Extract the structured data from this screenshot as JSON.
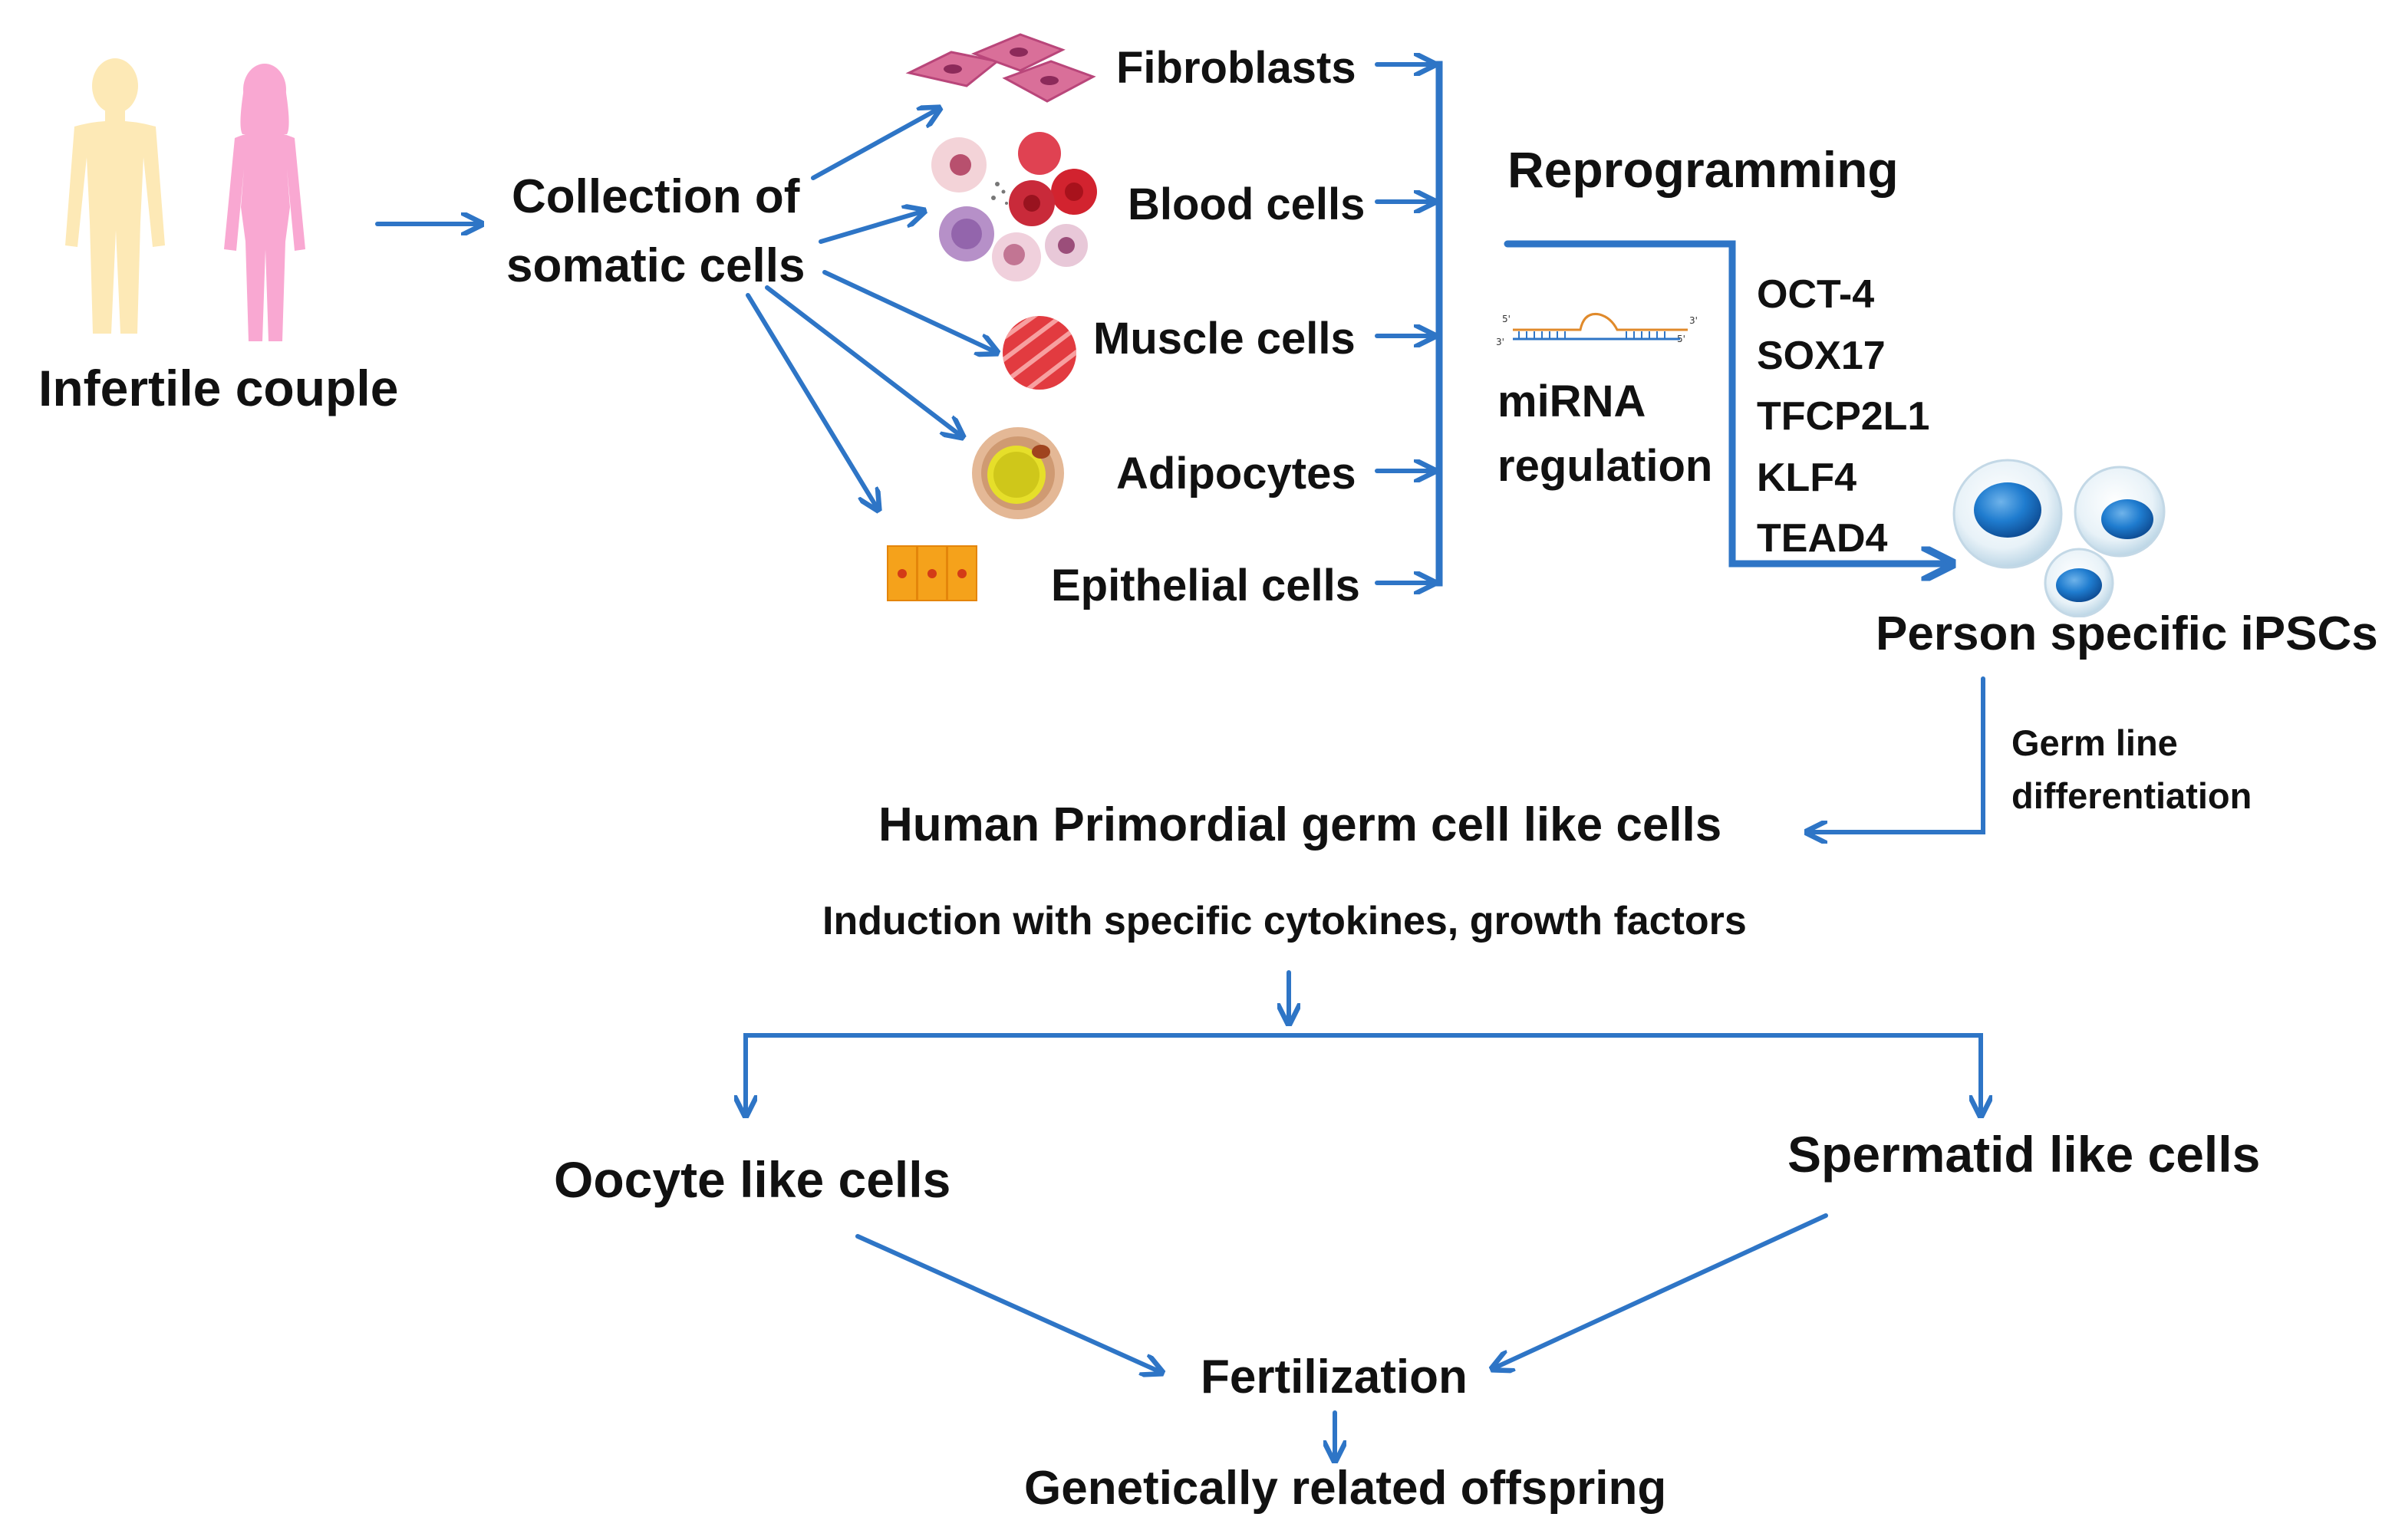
{
  "couple": {
    "label": "Infertile couple"
  },
  "collection": {
    "line1": "Collection of",
    "line2": "somatic cells"
  },
  "cells": [
    {
      "label": "Fibroblasts"
    },
    {
      "label": "Blood cells"
    },
    {
      "label": "Muscle cells"
    },
    {
      "label": "Adipocytes"
    },
    {
      "label": "Epithelial cells"
    }
  ],
  "reprogramming": {
    "title": "Reprogramming",
    "mirna_line1": "miRNA",
    "mirna_line2": "regulation",
    "factors": [
      "OCT-4",
      "SOX17",
      "TFCP2L1",
      "KLF4",
      "TEAD4"
    ]
  },
  "ipsc": {
    "label": "Person specific iPSCs"
  },
  "germline": {
    "line1": "Germ line",
    "line2": "differentiation"
  },
  "pgc": {
    "label": "Human Primordial germ cell like cells"
  },
  "induction": {
    "label": "Induction with specific cytokines, growth factors"
  },
  "oocyte": {
    "label": "Oocyte like cells"
  },
  "spermatid": {
    "label": "Spermatid like cells"
  },
  "fertilization": {
    "label": "Fertilization"
  },
  "offspring": {
    "label": "Genetically related offspring"
  },
  "colors": {
    "arrow": "#2e75c6",
    "male_figure": "#fde9b6",
    "female_figure": "#f9a8d2",
    "text": "#111111"
  }
}
